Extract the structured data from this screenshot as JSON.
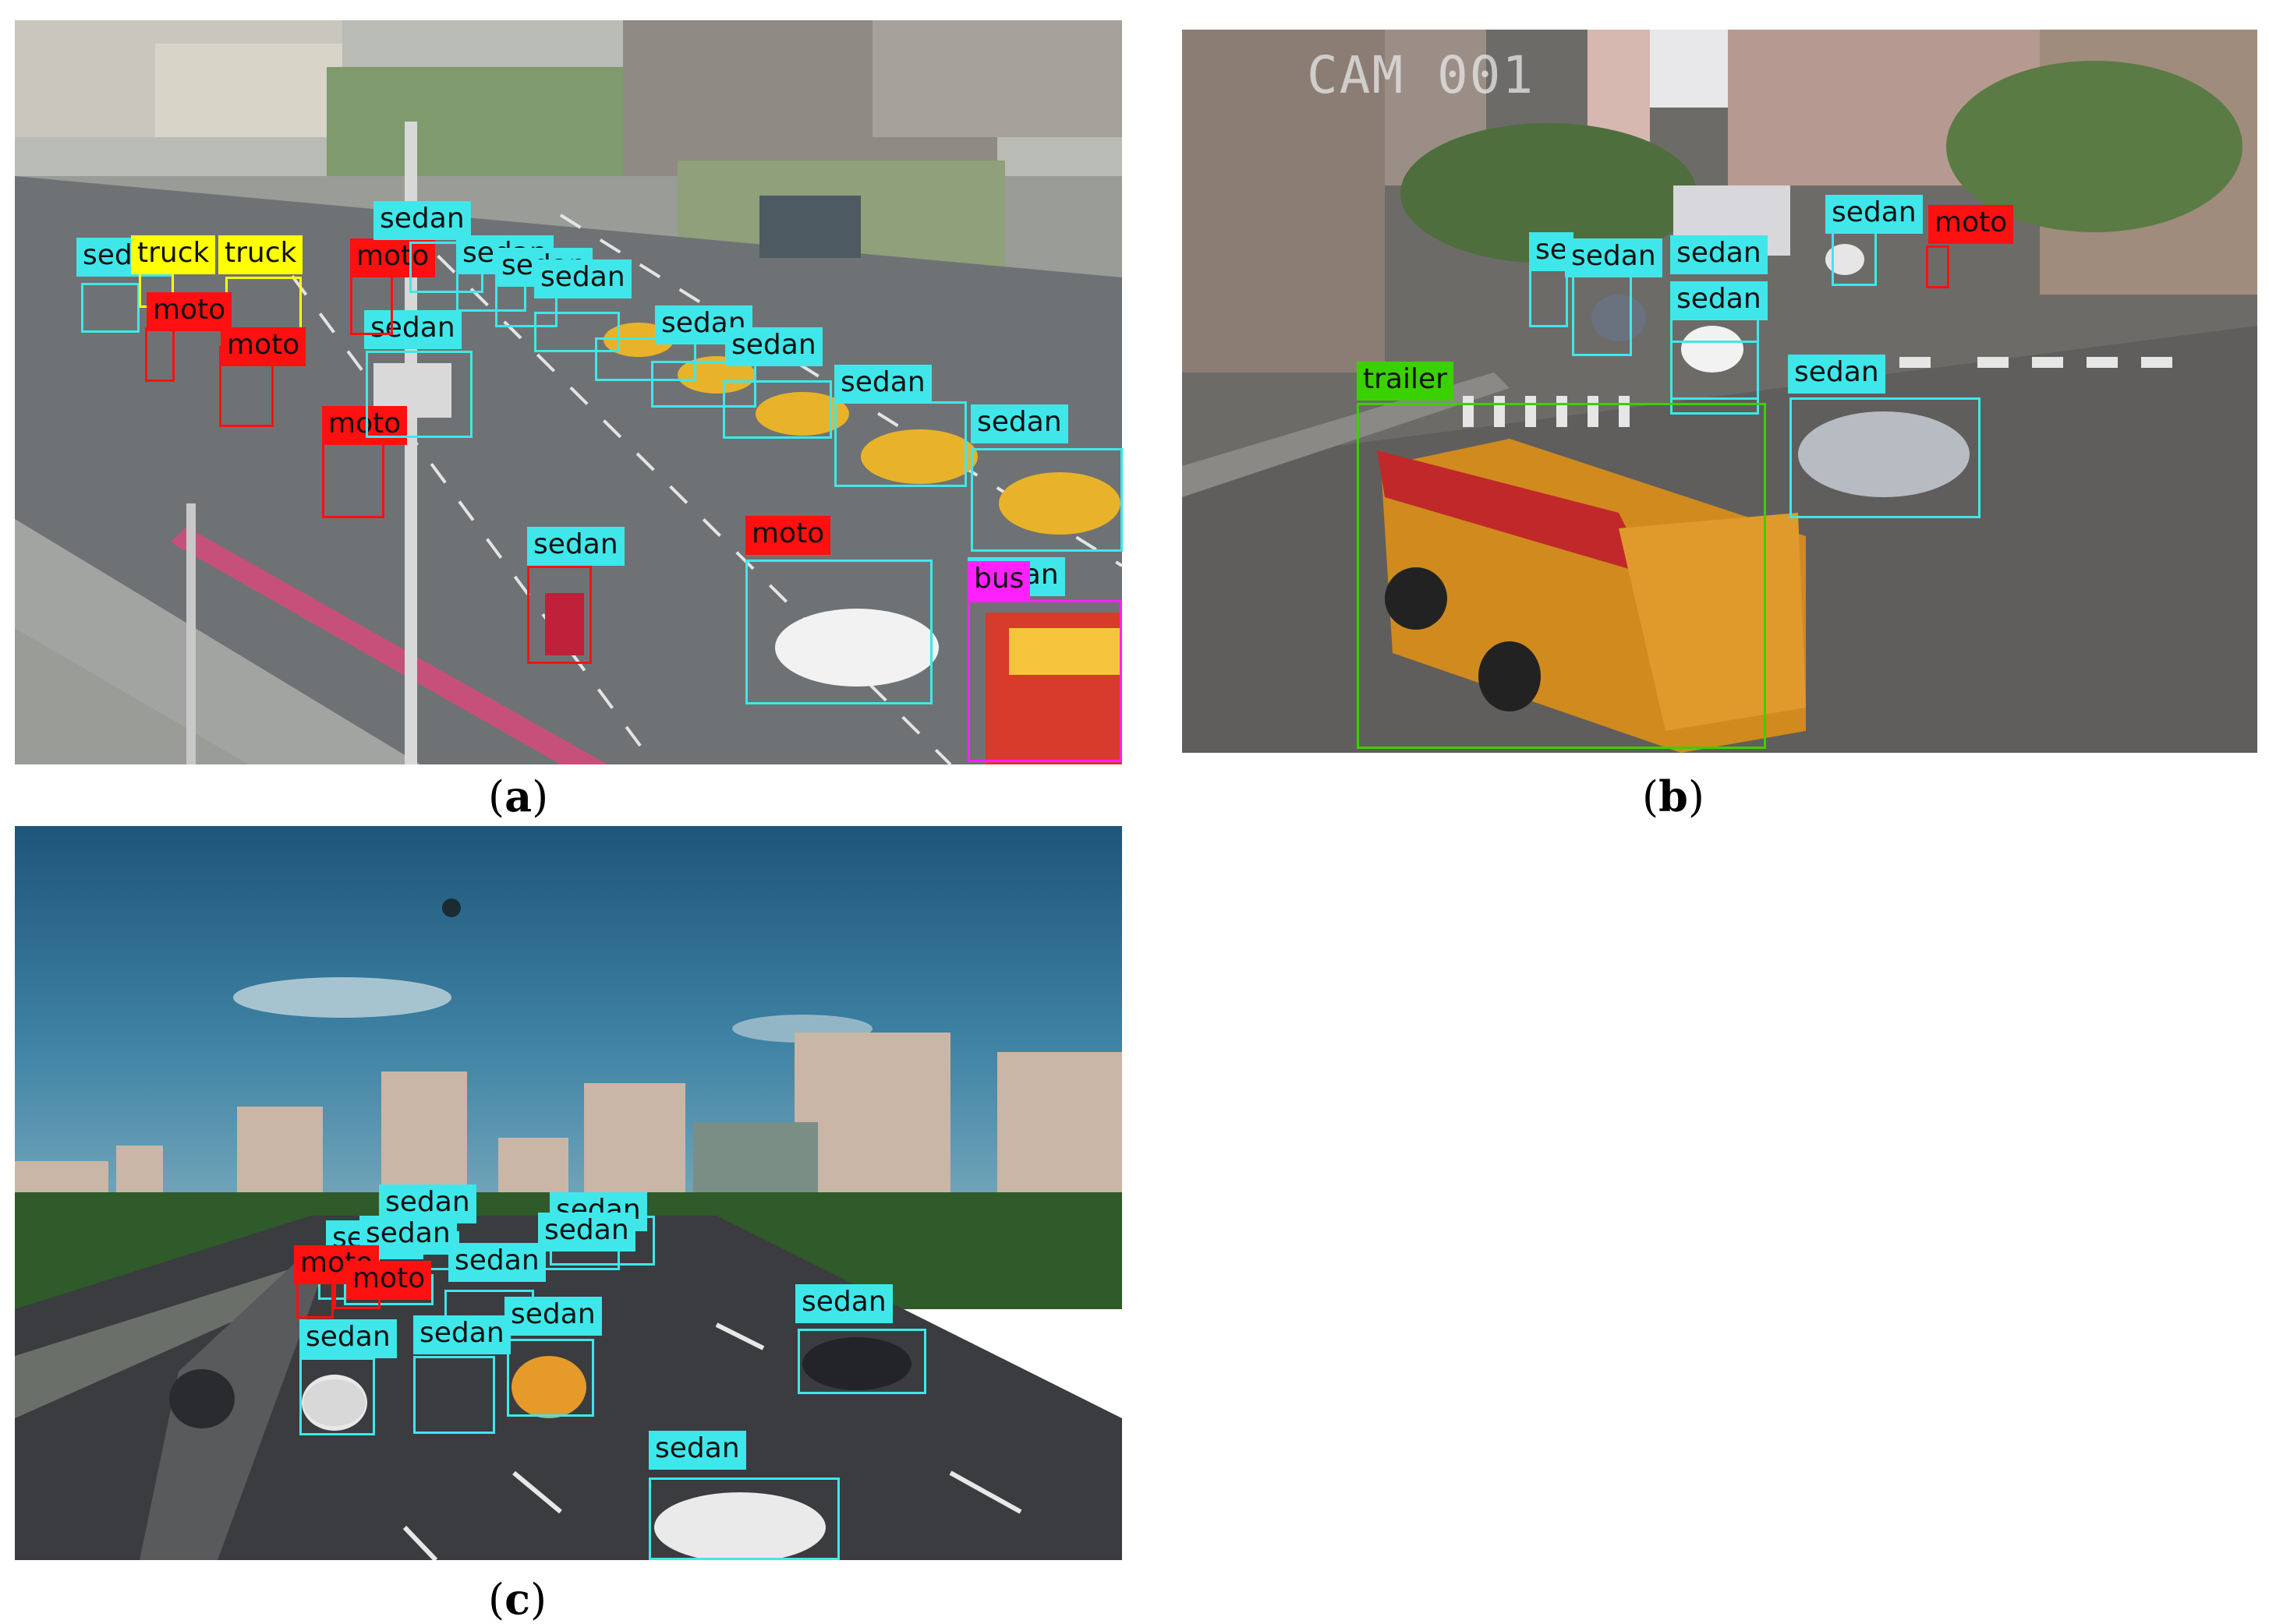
{
  "colors": {
    "sedan": "#3fe7ea",
    "moto": "#ff1010",
    "truck": "#ffff00",
    "bus": "#ff20ff",
    "trailer": "#3ad100"
  },
  "panels": [
    {
      "id": "a",
      "caption": "a",
      "detections": [
        {
          "label": "sedan",
          "cls": "sedan"
        },
        {
          "label": "truck",
          "cls": "truck"
        },
        {
          "label": "truck",
          "cls": "truck"
        },
        {
          "label": "moto",
          "cls": "moto"
        },
        {
          "label": "moto",
          "cls": "moto"
        },
        {
          "label": "moto",
          "cls": "moto"
        },
        {
          "label": "sedan",
          "cls": "sedan"
        },
        {
          "label": "moto",
          "cls": "moto"
        },
        {
          "label": "sedan",
          "cls": "sedan"
        },
        {
          "label": "sedan",
          "cls": "sedan"
        },
        {
          "label": "sedan",
          "cls": "sedan"
        },
        {
          "label": "sedan",
          "cls": "sedan"
        },
        {
          "label": "sedan",
          "cls": "sedan"
        },
        {
          "label": "sedan",
          "cls": "sedan"
        },
        {
          "label": "sedan",
          "cls": "sedan"
        },
        {
          "label": "sedan",
          "cls": "sedan"
        },
        {
          "label": "sedan",
          "cls": "sedan"
        },
        {
          "label": "moto",
          "cls": "moto"
        },
        {
          "label": "sedan",
          "cls": "sedan"
        },
        {
          "label": "bus",
          "cls": "bus"
        }
      ]
    },
    {
      "id": "b",
      "caption": "b",
      "overlay_text": "CAM 001",
      "detections": [
        {
          "label": "sedan",
          "cls": "sedan"
        },
        {
          "label": "moto",
          "cls": "moto"
        },
        {
          "label": "se",
          "cls": "sedan"
        },
        {
          "label": "sedan",
          "cls": "sedan"
        },
        {
          "label": "sedan",
          "cls": "sedan"
        },
        {
          "label": "sedan",
          "cls": "sedan"
        },
        {
          "label": "sedan",
          "cls": "sedan"
        },
        {
          "label": "trailer",
          "cls": "trailer"
        }
      ]
    },
    {
      "id": "c",
      "caption": "c",
      "detections": [
        {
          "label": "sedan",
          "cls": "sedan"
        },
        {
          "label": "sedan",
          "cls": "sedan"
        },
        {
          "label": "sedan",
          "cls": "sedan"
        },
        {
          "label": "sedan",
          "cls": "sedan"
        },
        {
          "label": "moto",
          "cls": "moto"
        },
        {
          "label": "moto",
          "cls": "moto"
        },
        {
          "label": "sedan",
          "cls": "sedan"
        },
        {
          "label": "sedan",
          "cls": "sedan"
        },
        {
          "label": "sedan",
          "cls": "sedan"
        },
        {
          "label": "sedan",
          "cls": "sedan"
        },
        {
          "label": "sedan",
          "cls": "sedan"
        },
        {
          "label": "sedan",
          "cls": "sedan"
        },
        {
          "label": "sedan",
          "cls": "sedan"
        }
      ]
    }
  ]
}
